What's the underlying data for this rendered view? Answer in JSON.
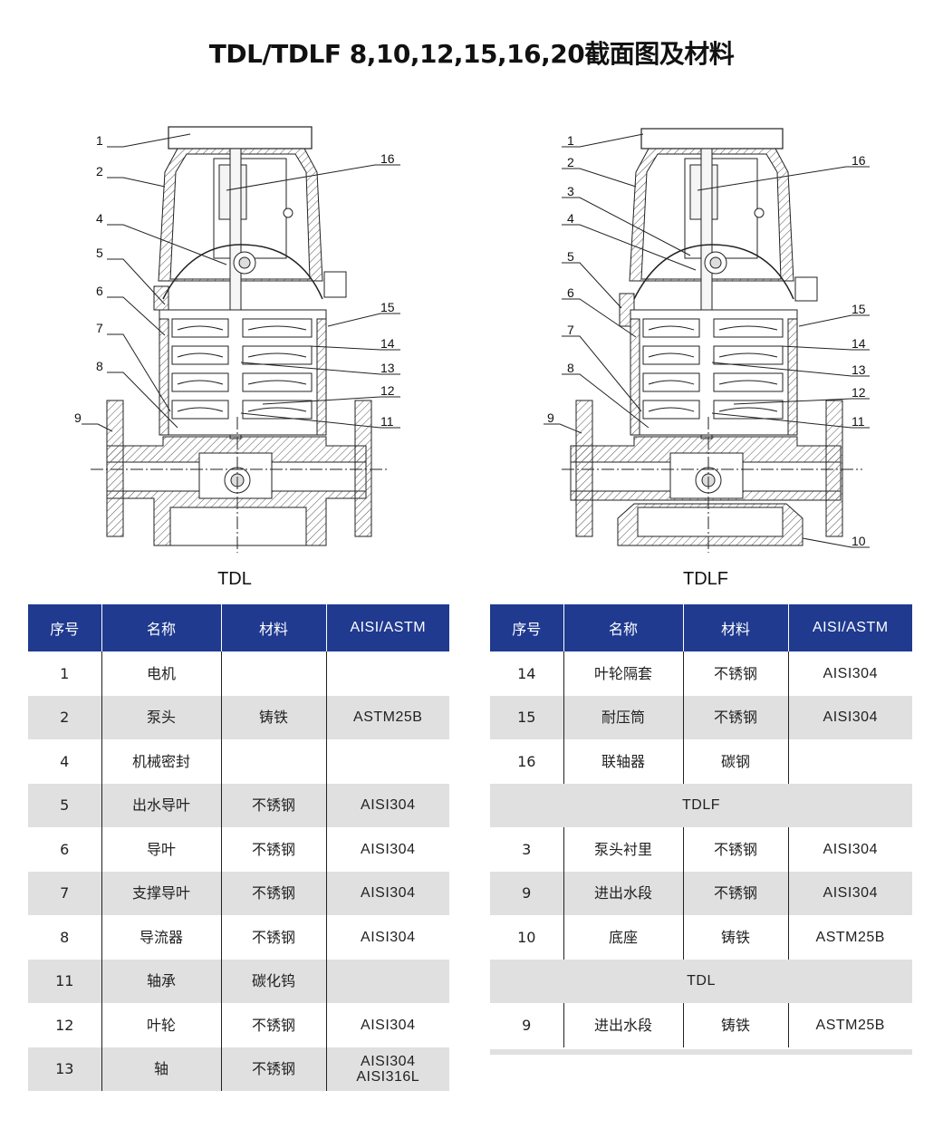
{
  "title": "TDL/TDLF 8,10,12,15,16,20截面图及材料",
  "drawings": {
    "left": {
      "caption": "TDL",
      "labels_left": [
        "1",
        "2",
        "4",
        "5",
        "6",
        "7",
        "8",
        "9"
      ],
      "labels_right": [
        "16",
        "15",
        "14",
        "13",
        "12",
        "11"
      ]
    },
    "right": {
      "caption": "TDLF",
      "labels_left": [
        "1",
        "2",
        "3",
        "4",
        "5",
        "6",
        "7",
        "8",
        "9"
      ],
      "labels_right": [
        "16",
        "15",
        "14",
        "13",
        "12",
        "11",
        "10"
      ]
    }
  },
  "table_headers": [
    "序号",
    "名称",
    "材料",
    "AISI/ASTM"
  ],
  "left_table": [
    {
      "no": "1",
      "name": "电机",
      "material": "",
      "standard": ""
    },
    {
      "no": "2",
      "name": "泵头",
      "material": "铸铁",
      "standard": "ASTM25B"
    },
    {
      "no": "4",
      "name": "机械密封",
      "material": "",
      "standard": ""
    },
    {
      "no": "5",
      "name": "出水导叶",
      "material": "不锈钢",
      "standard": "AISI304"
    },
    {
      "no": "6",
      "name": "导叶",
      "material": "不锈钢",
      "standard": "AISI304"
    },
    {
      "no": "7",
      "name": "支撑导叶",
      "material": "不锈钢",
      "standard": "AISI304"
    },
    {
      "no": "8",
      "name": "导流器",
      "material": "不锈钢",
      "standard": "AISI304"
    },
    {
      "no": "11",
      "name": "轴承",
      "material": "碳化钨",
      "standard": ""
    },
    {
      "no": "12",
      "name": "叶轮",
      "material": "不锈钢",
      "standard": "AISI304"
    },
    {
      "no": "13",
      "name": "轴",
      "material": "不锈钢",
      "standard": "AISI304",
      "standard2": "AISI316L"
    }
  ],
  "right_table": {
    "rows_top": [
      {
        "no": "14",
        "name": "叶轮隔套",
        "material": "不锈钢",
        "standard": "AISI304"
      },
      {
        "no": "15",
        "name": "耐压筒",
        "material": "不锈钢",
        "standard": "AISI304"
      },
      {
        "no": "16",
        "name": "联轴器",
        "material": "碳钢",
        "standard": ""
      }
    ],
    "section_tdlf": "TDLF",
    "rows_tdlf": [
      {
        "no": "3",
        "name": "泵头衬里",
        "material": "不锈钢",
        "standard": "AISI304"
      },
      {
        "no": "9",
        "name": "进出水段",
        "material": "不锈钢",
        "standard": "AISI304"
      },
      {
        "no": "10",
        "name": "底座",
        "material": "铸铁",
        "standard": "ASTM25B"
      }
    ],
    "section_tdl": "TDL",
    "rows_tdl": [
      {
        "no": "9",
        "name": "进出水段",
        "material": "铸铁",
        "standard": "ASTM25B"
      }
    ]
  },
  "colors": {
    "header_bg": "#1f3a8f",
    "row_alt": "#e0e0e0",
    "hatch": "#555555"
  }
}
